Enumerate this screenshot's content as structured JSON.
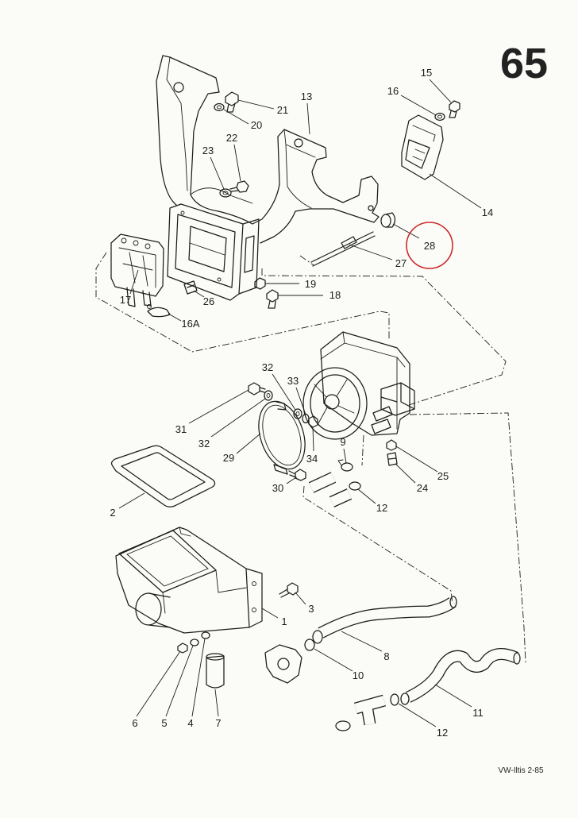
{
  "page": {
    "number": "65",
    "footer": "VW-Iltis 2-85"
  },
  "callouts": [
    "15",
    "16",
    "21",
    "13",
    "20",
    "23",
    "22",
    "14",
    "28",
    "27",
    "19",
    "17",
    "26",
    "18",
    "16A",
    "32",
    "33",
    "31",
    "32",
    "29",
    "34",
    "9",
    "25",
    "24",
    "30",
    "12",
    "2",
    "3",
    "1",
    "8",
    "10",
    "11",
    "12",
    "6",
    "5",
    "4",
    "7"
  ],
  "colors": {
    "ink": "#1c1c1c",
    "paper": "#fbfbf8",
    "highlight": "#cc2b2b"
  }
}
